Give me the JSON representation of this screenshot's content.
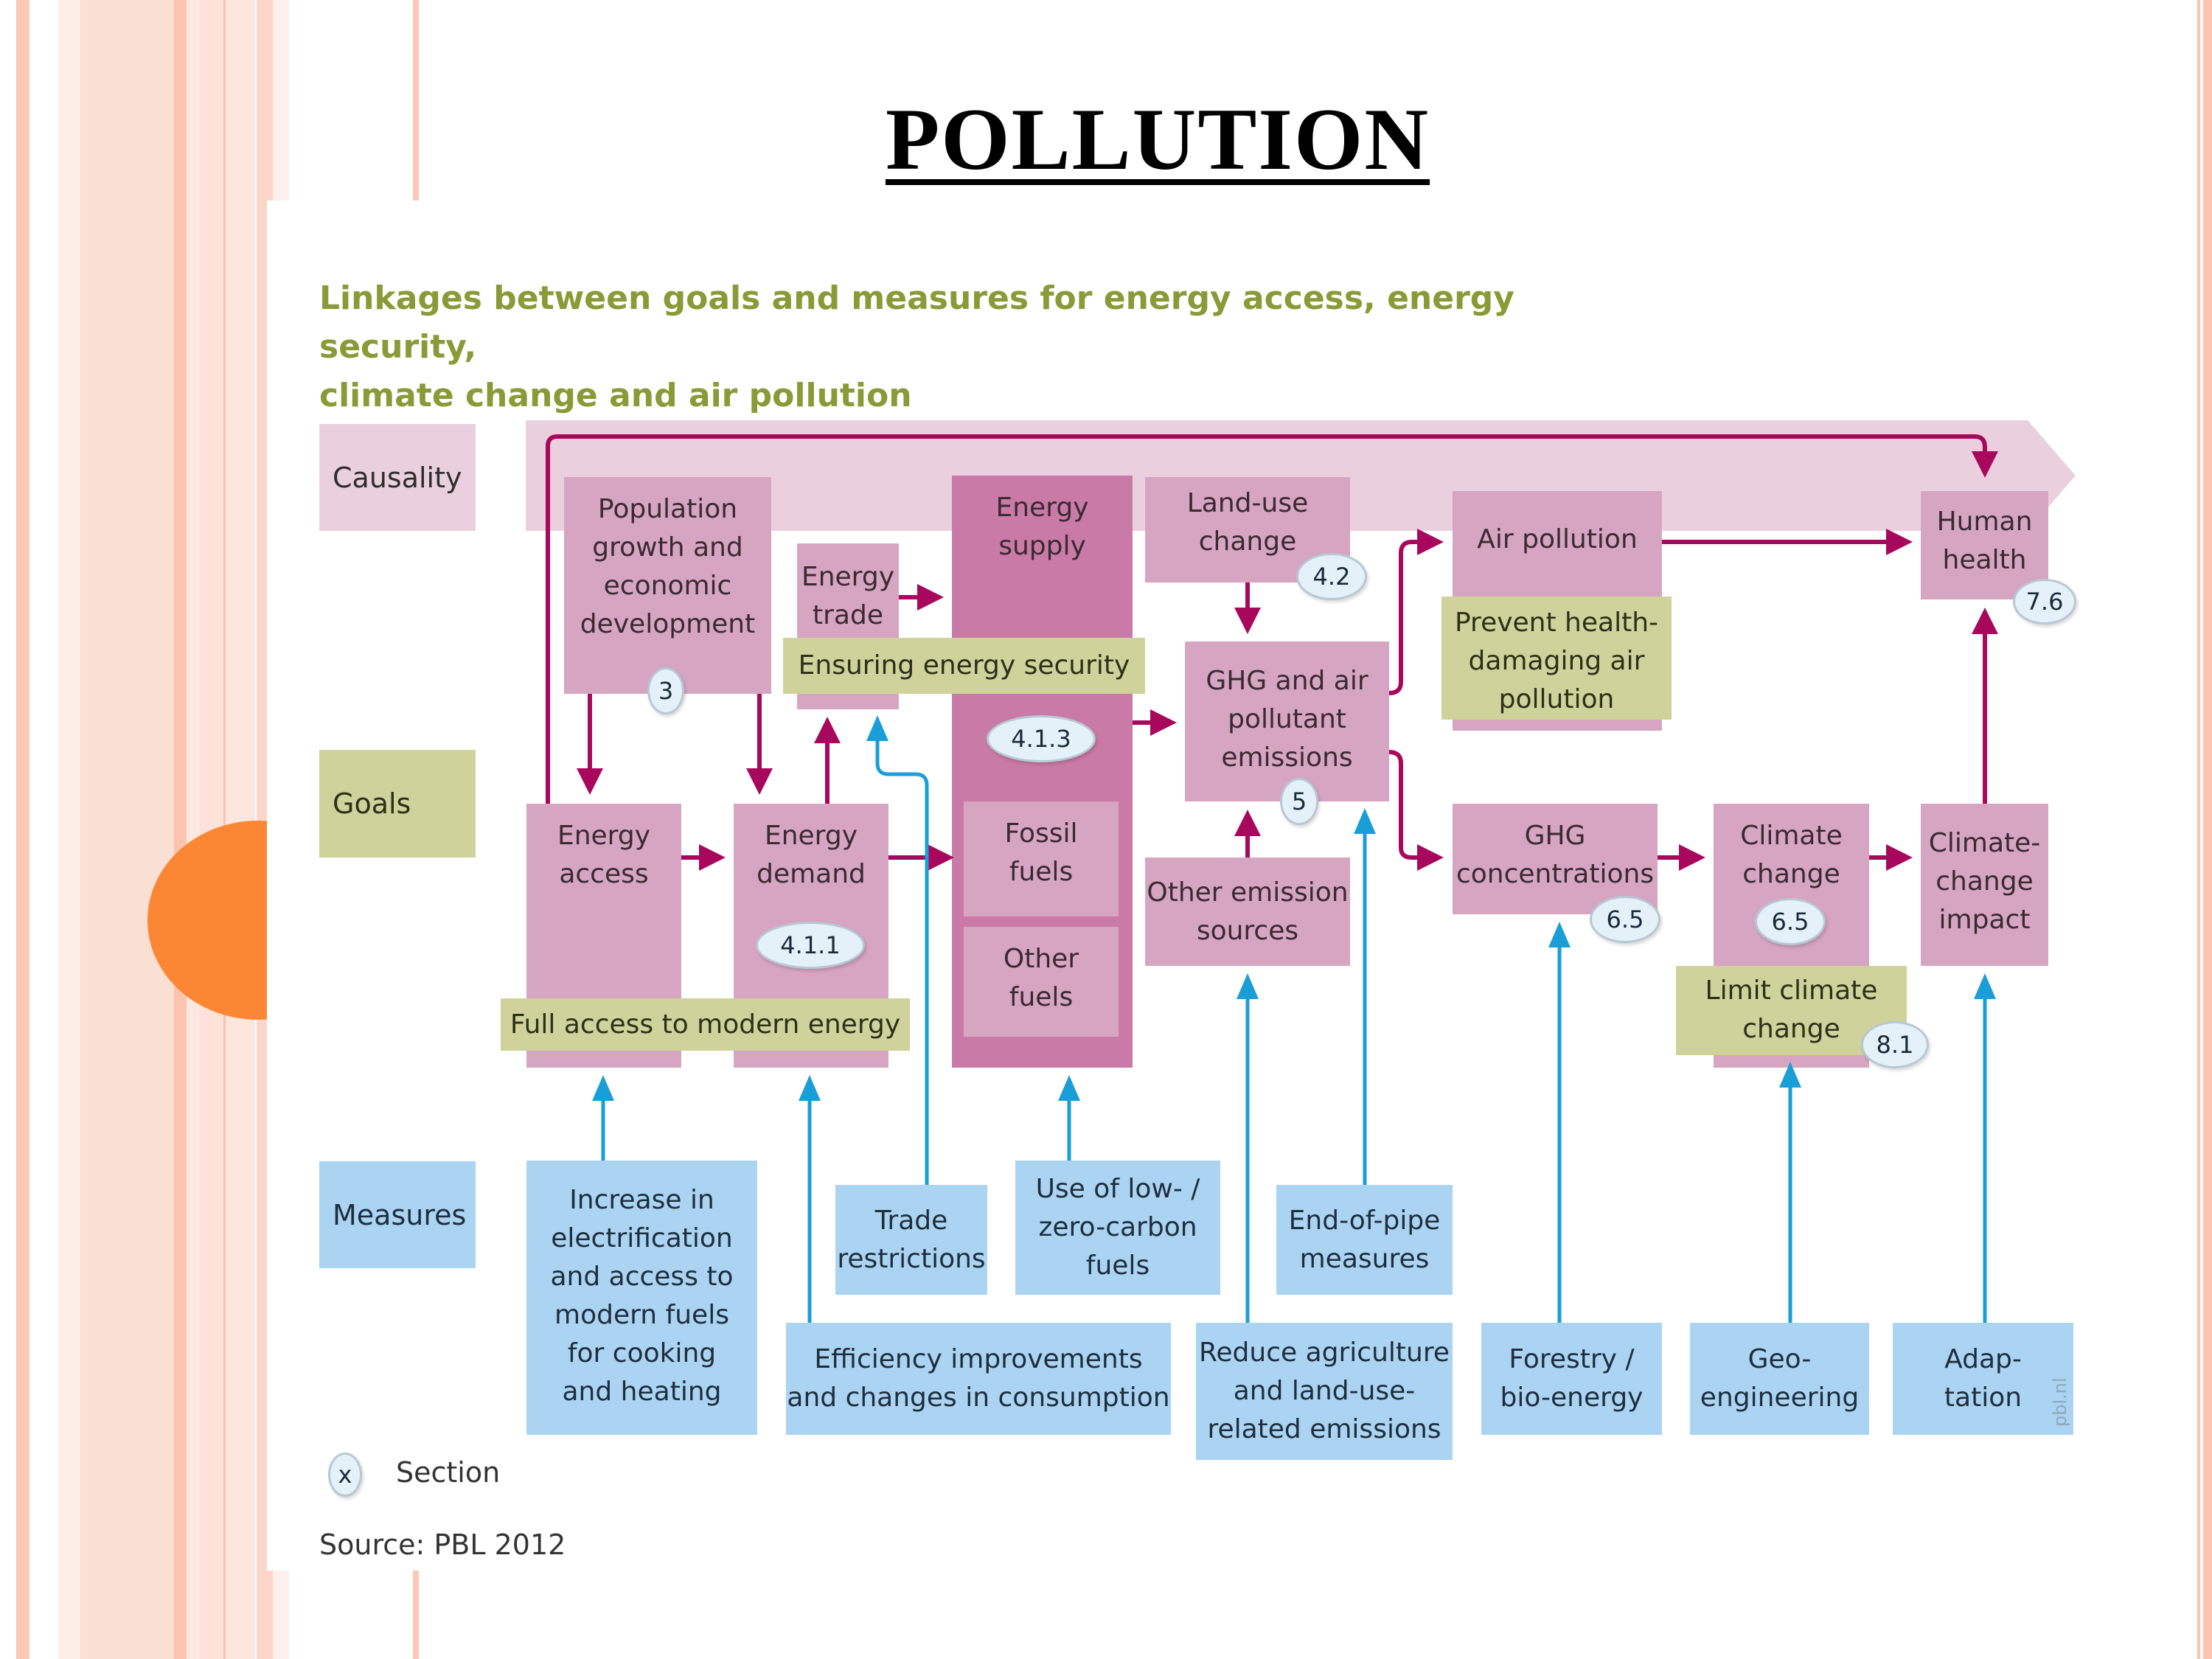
{
  "slide": {
    "title": "POLLUTION",
    "accent_color": "#fb8735",
    "stripe_color": "#fcc3ae"
  },
  "figure": {
    "subtitle_line1": "Linkages between goals and measures for energy access, energy security,",
    "subtitle_line2": "climate change and air pollution",
    "row_labels": {
      "causality": "Causality",
      "goals": "Goals",
      "measures": "Measures"
    },
    "causality_nodes": {
      "population": "Population\ngrowth and\neconomic\ndevelopment",
      "energy_trade": "Energy\ntrade",
      "energy_supply": "Energy\nsupply",
      "land_use": "Land-use\nchange",
      "ghg_air": "GHG and air\npollutant\nemissions",
      "air_pollution": "Air pollution",
      "human_health": "Human\nhealth",
      "energy_access": "Energy\naccess",
      "energy_demand": "Energy\ndemand",
      "fossil_fuels": "Fossil\nfuels",
      "other_fuels": "Other\nfuels",
      "other_emission": "Other emission\nsources",
      "ghg_conc": "GHG\nconcentrations",
      "climate_change": "Climate\nchange",
      "climate_impact": "Climate-\nchange\nimpact"
    },
    "goals": {
      "energy_security": "Ensuring energy security",
      "prevent_air": "Prevent health-\ndamaging air\npollution",
      "full_access": "Full access to modern energy",
      "limit_climate": "Limit climate\nchange"
    },
    "measures": {
      "electrification": "Increase in\nelectrification\nand access to\nmodern fuels\nfor cooking\nand heating",
      "trade_restrictions": "Trade\nrestrictions",
      "low_carbon": "Use of low- /\nzero-carbon\nfuels",
      "end_of_pipe": "End-of-pipe\nmeasures",
      "efficiency": "Efficiency improvements\nand changes in consumption",
      "reduce_agri": "Reduce agriculture\nand land-use-\nrelated emissions",
      "forestry": "Forestry /\nbio-energy",
      "geo": "Geo-\nengineering",
      "adaptation": "Adap-\ntation"
    },
    "sections": {
      "population": "3",
      "energy_supply": "4.1.3",
      "energy_demand": "4.1.1",
      "land_use": "4.2",
      "ghg_air": "5",
      "human_health": "7.6",
      "ghg_conc": "6.5",
      "climate_change": "6.5",
      "limit_climate": "8.1"
    },
    "legend": {
      "badge_symbol": "x",
      "badge_label": "Section"
    },
    "source": "Source: PBL 2012",
    "watermark": "pbl.nl",
    "colors": {
      "causal_arrow": "#a8085c",
      "measure_arrow": "#1a9ed8",
      "node_pink": "#d6a5c2",
      "node_pink_dark": "#c97aa6",
      "goal_green": "#cfd29a",
      "measure_blue": "#aad4f1",
      "causality_band": "#ead0de",
      "subtitle": "#8a9a36"
    }
  }
}
